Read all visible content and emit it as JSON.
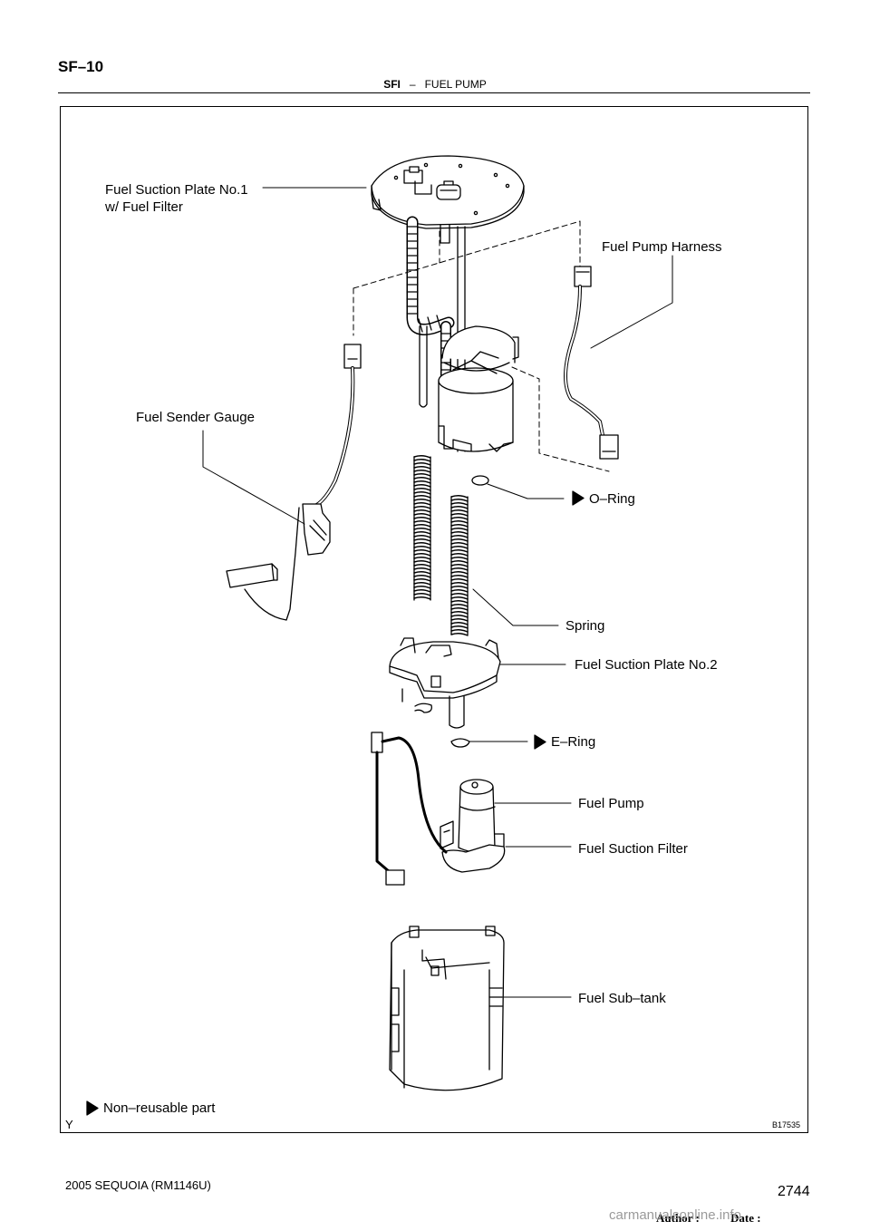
{
  "header": {
    "page_code": "SF–10",
    "section": "SFI",
    "separator": "–",
    "chapter": "FUEL PUMP"
  },
  "figure": {
    "labels": {
      "suction_plate_1_line1": "Fuel Suction Plate No.1",
      "suction_plate_1_line2": "w/ Fuel Filter",
      "pump_harness": "Fuel Pump Harness",
      "sender_gauge": "Fuel Sender Gauge",
      "o_ring": "O–Ring",
      "spring": "Spring",
      "suction_plate_2": "Fuel Suction Plate No.2",
      "e_ring": "E–Ring",
      "fuel_pump": "Fuel Pump",
      "suction_filter": "Fuel Suction Filter",
      "sub_tank": "Fuel Sub–tank",
      "legend": "Non–reusable part"
    },
    "code": "B17535",
    "corner_mark": "Y"
  },
  "footer": {
    "model": "2005 SEQUOIA   (RM1146U)",
    "author_label": "Author :",
    "date_label": "Date :",
    "page_number": "2744",
    "watermark": "carmanualsonline.info"
  }
}
